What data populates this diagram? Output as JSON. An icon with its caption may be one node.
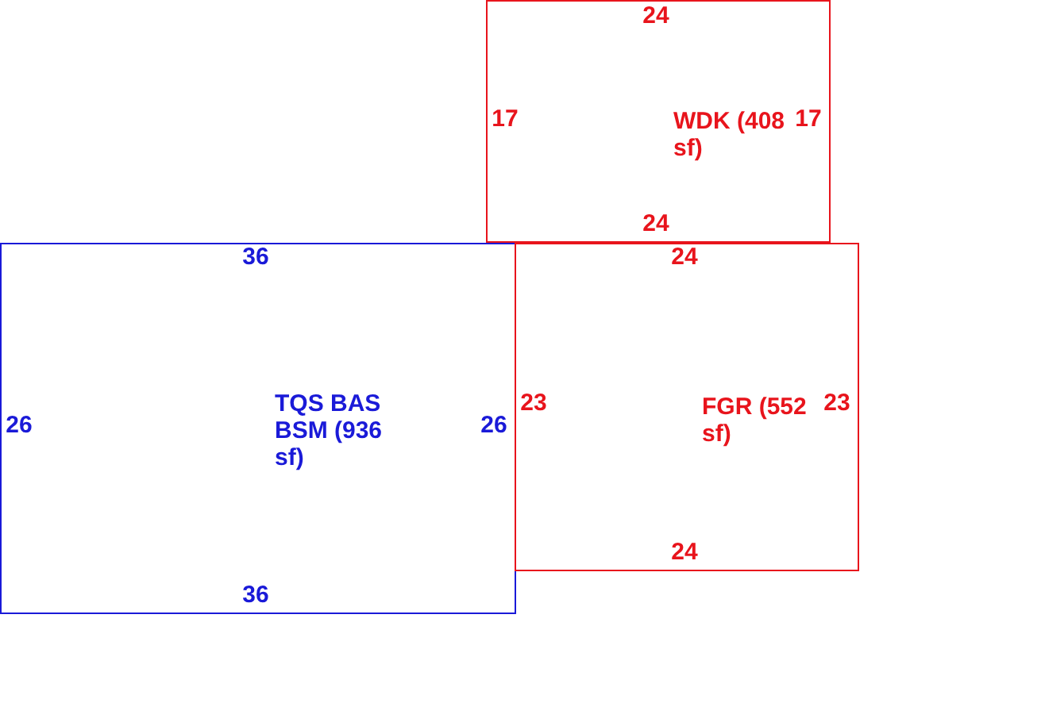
{
  "diagram": {
    "nodes": [
      {
        "text": [
          "WDK (408 sf)"
        ]
      },
      {
        "text": [
          "TQS BAS BSM (936 sf)"
        ]
      },
      {
        "text": [
          "FGR (552 sf)"
        ]
      }
    ],
    "labels": [
      "24",
      "17",
      "17",
      "24",
      "36",
      "24",
      "23",
      "23",
      "26",
      "26",
      "24",
      "36"
    ]
  }
}
